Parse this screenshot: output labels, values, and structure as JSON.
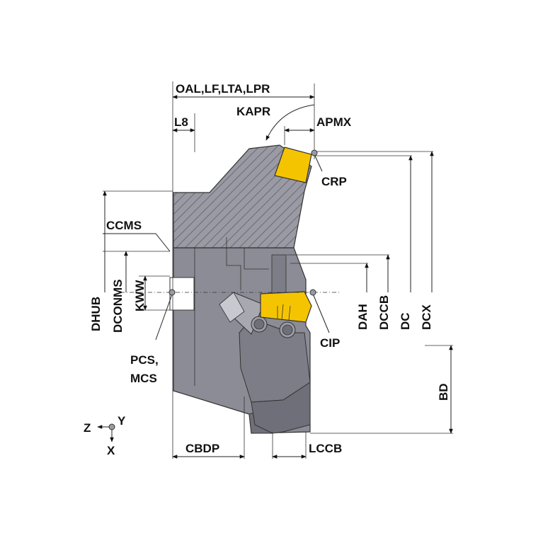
{
  "colors": {
    "body": "#8c8c96",
    "body_dark": "#6f6f79",
    "hatch_fill": "#9a9aa4",
    "insert": "#f5c400",
    "ink": "#111111"
  },
  "labels": {
    "oal": "OAL,LF,LTA,LPR",
    "kapr": "KAPR",
    "apmx": "APMX",
    "l8": "L8",
    "crp": "CRP",
    "ccms": "CCMS",
    "dhub": "DHUB",
    "dconms": "DCONMS",
    "kww": "KWW",
    "dah": "DAH",
    "dccb": "DCCB",
    "dc": "DC",
    "dcx": "DCX",
    "cip": "CIP",
    "pcs": "PCS,",
    "mcs": "MCS",
    "bd": "BD",
    "cbdp": "CBDP",
    "lccb": "LCCB",
    "axis_z": "Z",
    "axis_y": "Y",
    "axis_x": "X"
  }
}
